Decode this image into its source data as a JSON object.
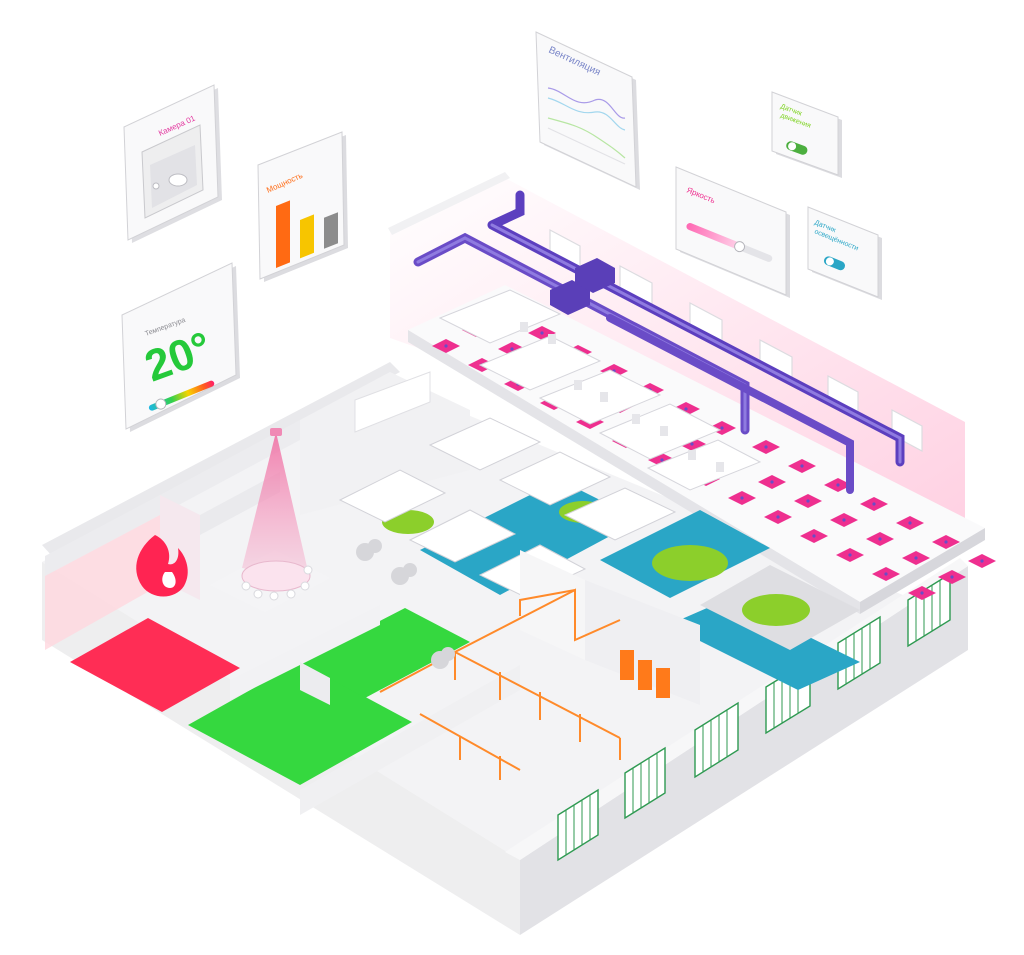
{
  "widgets": {
    "camera": {
      "title": "Камера 01"
    },
    "power": {
      "title": "Мощность",
      "bars": [
        1.0,
        0.62,
        0.5
      ],
      "colors": [
        "#ff6a13",
        "#f7c500",
        "#8c8c8c"
      ]
    },
    "temperature": {
      "label": "Температура",
      "value": "20°",
      "slider_value": 0.18
    },
    "ventilation": {
      "title": "Вентиляция"
    },
    "brightness": {
      "title": "Яркость",
      "level": 0.62
    },
    "motion_sensor": {
      "title_line1": "Датчик",
      "title_line2": "движения",
      "state": "on"
    },
    "light_sensor": {
      "title_line1": "Датчик",
      "title_line2": "освещённости",
      "state": "on"
    }
  },
  "colors": {
    "accent_magenta": "#ee2f8f",
    "accent_red": "#ff2d55",
    "accent_green": "#35d83f",
    "accent_teal": "#2aa6c6",
    "accent_orange": "#ff8a2a",
    "accent_purple": "#6a4cc7",
    "temp_green": "#25c93a"
  },
  "icons": {
    "fire": "fire-icon",
    "camera": "camera-icon"
  }
}
